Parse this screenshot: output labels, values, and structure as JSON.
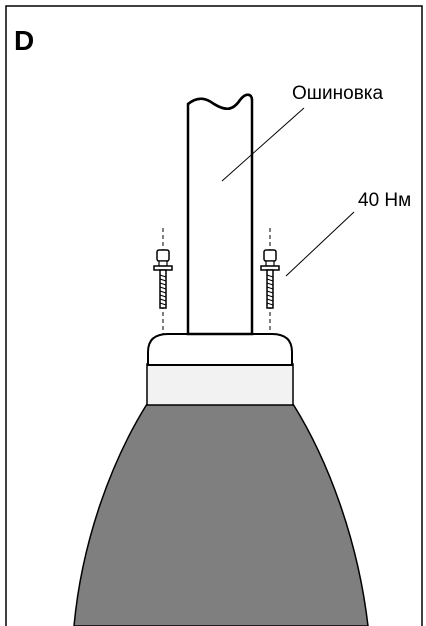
{
  "panel": {
    "letter": "D"
  },
  "labels": {
    "busbar": "Ошиновка",
    "torque": "40 Нм"
  },
  "colors": {
    "line": "#000000",
    "insulator_body": "#7f7f7f",
    "collar": "#f2f2f2",
    "background": "#ffffff"
  }
}
